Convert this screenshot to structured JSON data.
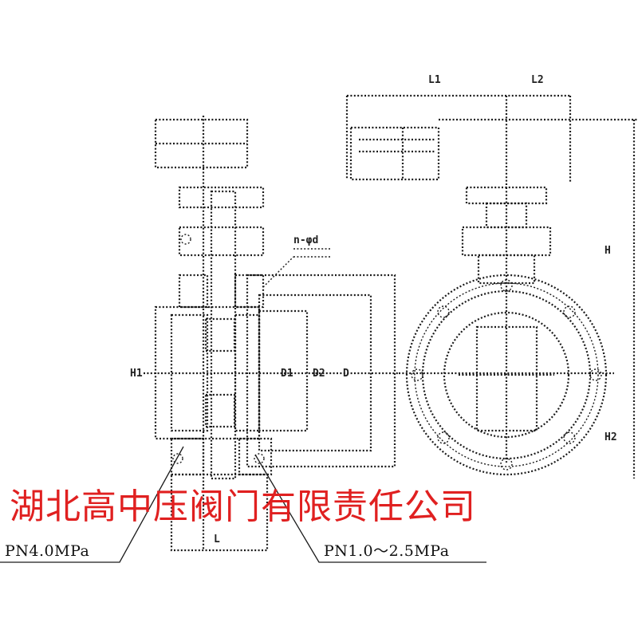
{
  "company_name": "湖北高中压阀门有限责任公司",
  "callouts": {
    "left_pressure": "PN4.0MPa",
    "right_pressure": "PN1.0～2.5MPa"
  },
  "dimension_labels": {
    "top_left": "L1",
    "top_right": "L2",
    "bottom": "L",
    "left_height": "H1",
    "center_1": "D1",
    "center_2": "D2",
    "center_3": "D",
    "right_height": "H",
    "right_lower": "H2",
    "bolt_note": "n-φd"
  },
  "colors": {
    "line": "#1a1a1a",
    "company_text": "#e02020",
    "background": "#ffffff"
  }
}
